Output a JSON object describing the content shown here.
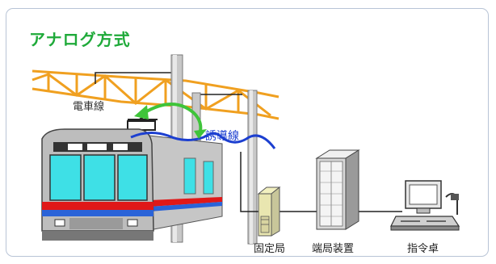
{
  "title": "アナログ方式",
  "labels": {
    "overhead_wire": "電車線",
    "induction_wire": "誘導線",
    "fixed_station": "固定局",
    "terminal_equipment": "端局装置",
    "command_console": "指令卓"
  },
  "colors": {
    "title": "#1faa3a",
    "overhead_wire": "#f0a020",
    "induction_wire": "#1c3fd0",
    "arrow": "#3fc43a",
    "train_body": "#bdbdbd",
    "train_window": "#3ee0e6",
    "train_stripe_red": "#e01818",
    "train_stripe_blue": "#2a63d8"
  },
  "icons": [
    "train",
    "pole",
    "fixed-station-cabinet",
    "server-rack",
    "console-terminal"
  ]
}
